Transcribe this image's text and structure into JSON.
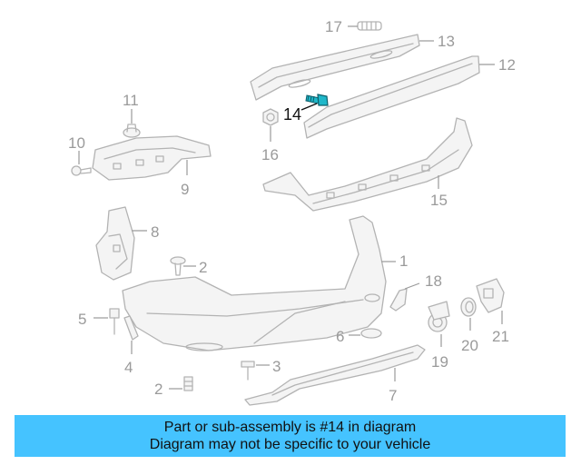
{
  "diagram": {
    "highlighted_part": "14",
    "highlight_color": "#1fb7c9",
    "labels": {
      "p1": "1",
      "p2a": "2",
      "p2b": "2",
      "p3": "3",
      "p4": "4",
      "p5": "5",
      "p6": "6",
      "p7": "7",
      "p8": "8",
      "p9": "9",
      "p10": "10",
      "p11": "11",
      "p12": "12",
      "p13": "13",
      "p14": "14",
      "p15": "15",
      "p16": "16",
      "p17": "17",
      "p18": "18",
      "p19": "19",
      "p20": "20",
      "p21": "21"
    }
  },
  "banner": {
    "line1": "Part or sub-assembly is #14 in diagram",
    "line2": "Diagram may not be specific to your vehicle",
    "background": "#45c3ff"
  }
}
